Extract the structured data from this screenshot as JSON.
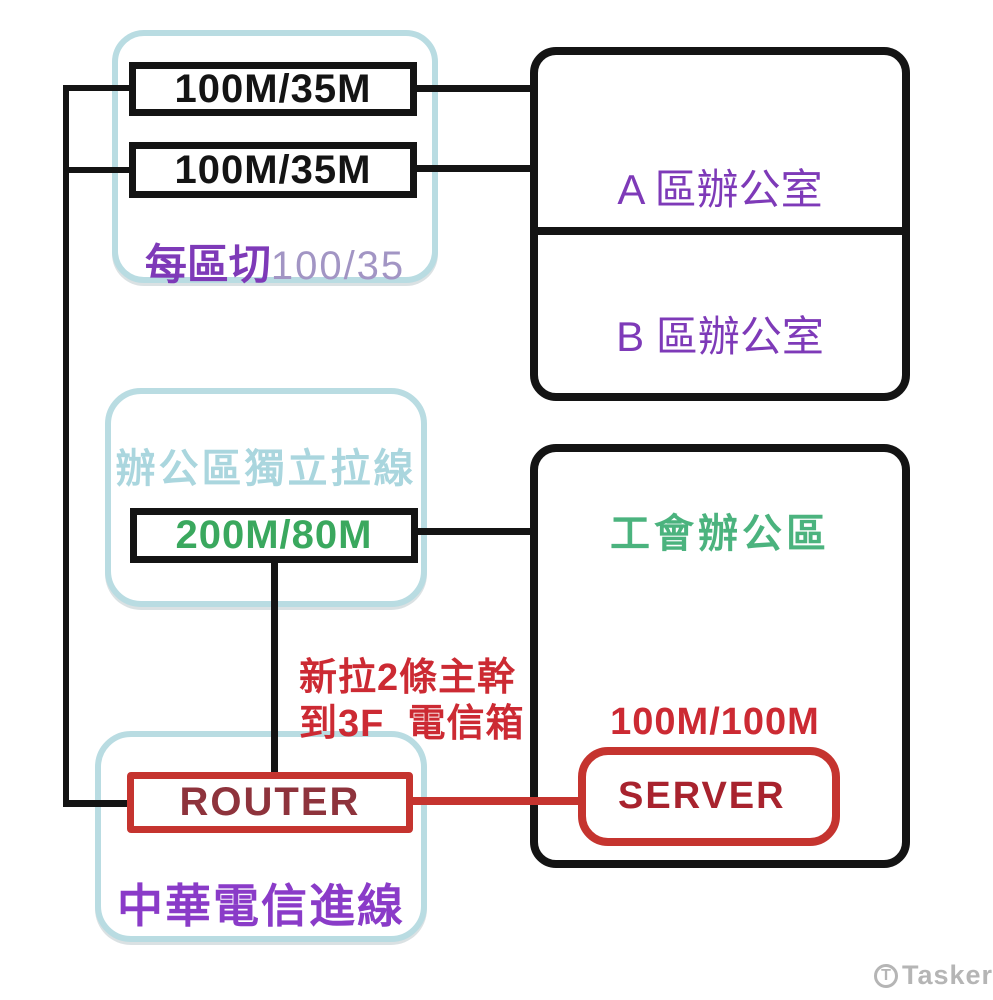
{
  "colors": {
    "line_black": "#141414",
    "panel_blue": "#b9dce2",
    "purple": "#7e3ab8",
    "purple_light": "#a295c4",
    "purple_bright": "#8a3bc8",
    "green": "#3aa85e",
    "green_light": "#4bb37e",
    "red_text": "#cc2a33",
    "red_box": "#c5342f",
    "router_text": "#8e333c",
    "server_text": "#a8232e",
    "cyan_caption": "#aad6de",
    "watermark_gray": "#b5b5b5"
  },
  "zone_split_panel": {
    "link1": "100M/35M",
    "link2": "100M/35M",
    "caption_main": "每區切",
    "caption_sub": "100/35"
  },
  "office_building": {
    "zone_a": "A 區辦公室",
    "zone_b": "B 區辦公室"
  },
  "dedicated_panel": {
    "caption": "辦公區獨立拉線",
    "link": "200M/80M"
  },
  "union_office": {
    "label": "工會辦公區",
    "bandwidth": "100M/100M",
    "server": "SERVER"
  },
  "chunghwa_panel": {
    "router": "ROUTER",
    "caption": "中華電信進線"
  },
  "annotation": {
    "line1": "新拉2條主幹",
    "line2": "到3F  電信箱"
  },
  "watermark": {
    "logo_letter": "T",
    "brand": "Tasker"
  }
}
